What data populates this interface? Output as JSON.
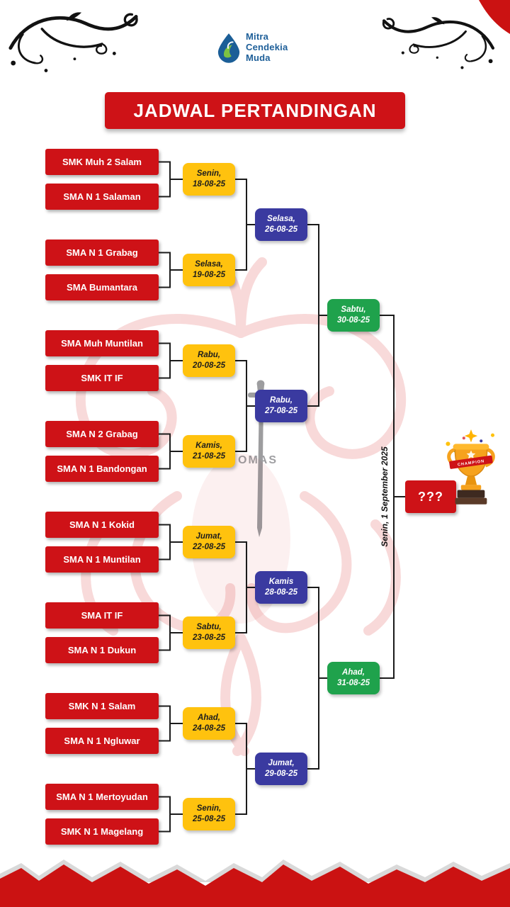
{
  "logo": {
    "name_lines": [
      "Mitra",
      "Cendekia",
      "Muda"
    ]
  },
  "title": "JADWAL PERTANDINGAN",
  "bracket": {
    "round1": [
      {
        "team1": "SMK Muh 2 Salam",
        "team2": "SMA N 1 Salaman",
        "date": [
          "Senin,",
          "18-08-25"
        ]
      },
      {
        "team1": "SMA N 1 Grabag",
        "team2": "SMA Bumantara",
        "date": [
          "Selasa,",
          "19-08-25"
        ]
      },
      {
        "team1": "SMA Muh Muntilan",
        "team2": "SMK IT IF",
        "date": [
          "Rabu,",
          "20-08-25"
        ]
      },
      {
        "team1": "SMA N 2 Grabag",
        "team2": "SMA N 1 Bandongan",
        "date": [
          "Kamis,",
          "21-08-25"
        ]
      },
      {
        "team1": "SMA N 1 Kokid",
        "team2": "SMA N 1 Muntilan",
        "date": [
          "Jumat,",
          "22-08-25"
        ]
      },
      {
        "team1": "SMA IT IF",
        "team2": "SMA N 1 Dukun",
        "date": [
          "Sabtu,",
          "23-08-25"
        ]
      },
      {
        "team1": "SMK N 1 Salam",
        "team2": "SMA N 1 Ngluwar",
        "date": [
          "Ahad,",
          "24-08-25"
        ]
      },
      {
        "team1": "SMA N 1 Mertoyudan",
        "team2": "SMK N 1 Magelang",
        "date": [
          "Senin,",
          "25-08-25"
        ]
      }
    ],
    "round2": [
      {
        "date": [
          "Selasa,",
          "26-08-25"
        ]
      },
      {
        "date": [
          "Rabu,",
          "27-08-25"
        ]
      },
      {
        "date": [
          "Kamis",
          "28-08-25"
        ]
      },
      {
        "date": [
          "Jumat,",
          "29-08-25"
        ]
      }
    ],
    "round3": [
      {
        "date": [
          "Sabtu,",
          "30-08-25"
        ]
      },
      {
        "date": [
          "Ahad,",
          "31-08-25"
        ]
      }
    ],
    "final": {
      "date": "Senin, 1 September 2025",
      "winner": "???"
    }
  },
  "trophy": {
    "banner": "CHAMPION"
  },
  "watermark": {
    "emblem_text": "OMAS"
  },
  "colors": {
    "red": "#CE1217",
    "yellow": "#FFC20E",
    "blue": "#3A3AA0",
    "green": "#1FA24C"
  }
}
